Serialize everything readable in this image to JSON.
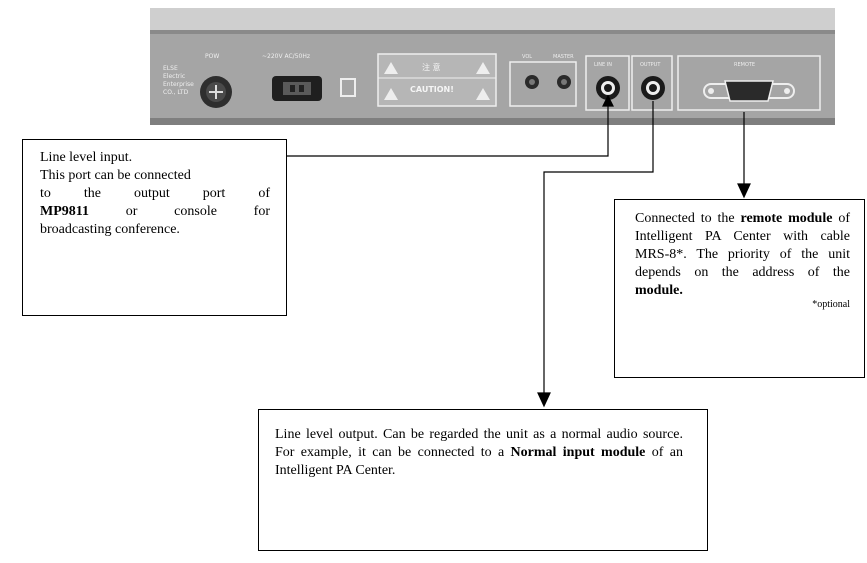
{
  "panel": {
    "label_power": "POW",
    "label_ac": "~220V AC/50Hz",
    "label_left": [
      "ELSE",
      "Electric",
      "Enterprise",
      "CO., LTD"
    ],
    "label_line_in": "LINE IN",
    "label_line_out": "OUTPUT",
    "label_remote": "REMOTE",
    "label_warning": "CAUTION!",
    "label_warning_top": "注 意",
    "knob_labels": [
      "VOL",
      "MASTER"
    ]
  },
  "callouts": {
    "input": {
      "line1": "Line level input.",
      "line2": "This port can be connected",
      "line3": "to the output port of",
      "line4_bold": "MP9811",
      "line4_rest": " or console for",
      "line5": "broadcasting conference."
    },
    "remote": {
      "t1": "Connected to the ",
      "b1": "remote",
      "b2": "module",
      "t2": " of Intelligent PA Center with cable MRS-8*. The priority of the unit depends on the address of the ",
      "b3": "module.",
      "optional": "*optional"
    },
    "output": {
      "t1": "Line level output. Can be regarded the unit as a normal audio source. For example, it can be connected to a ",
      "b1": "Normal input module",
      "t2": " of an Intelligent PA Center."
    }
  },
  "colors": {
    "panel_body": "#9a9a9a",
    "panel_top": "#c4c4c4",
    "panel_dark": "#3a3a3a",
    "line": "#000000"
  }
}
